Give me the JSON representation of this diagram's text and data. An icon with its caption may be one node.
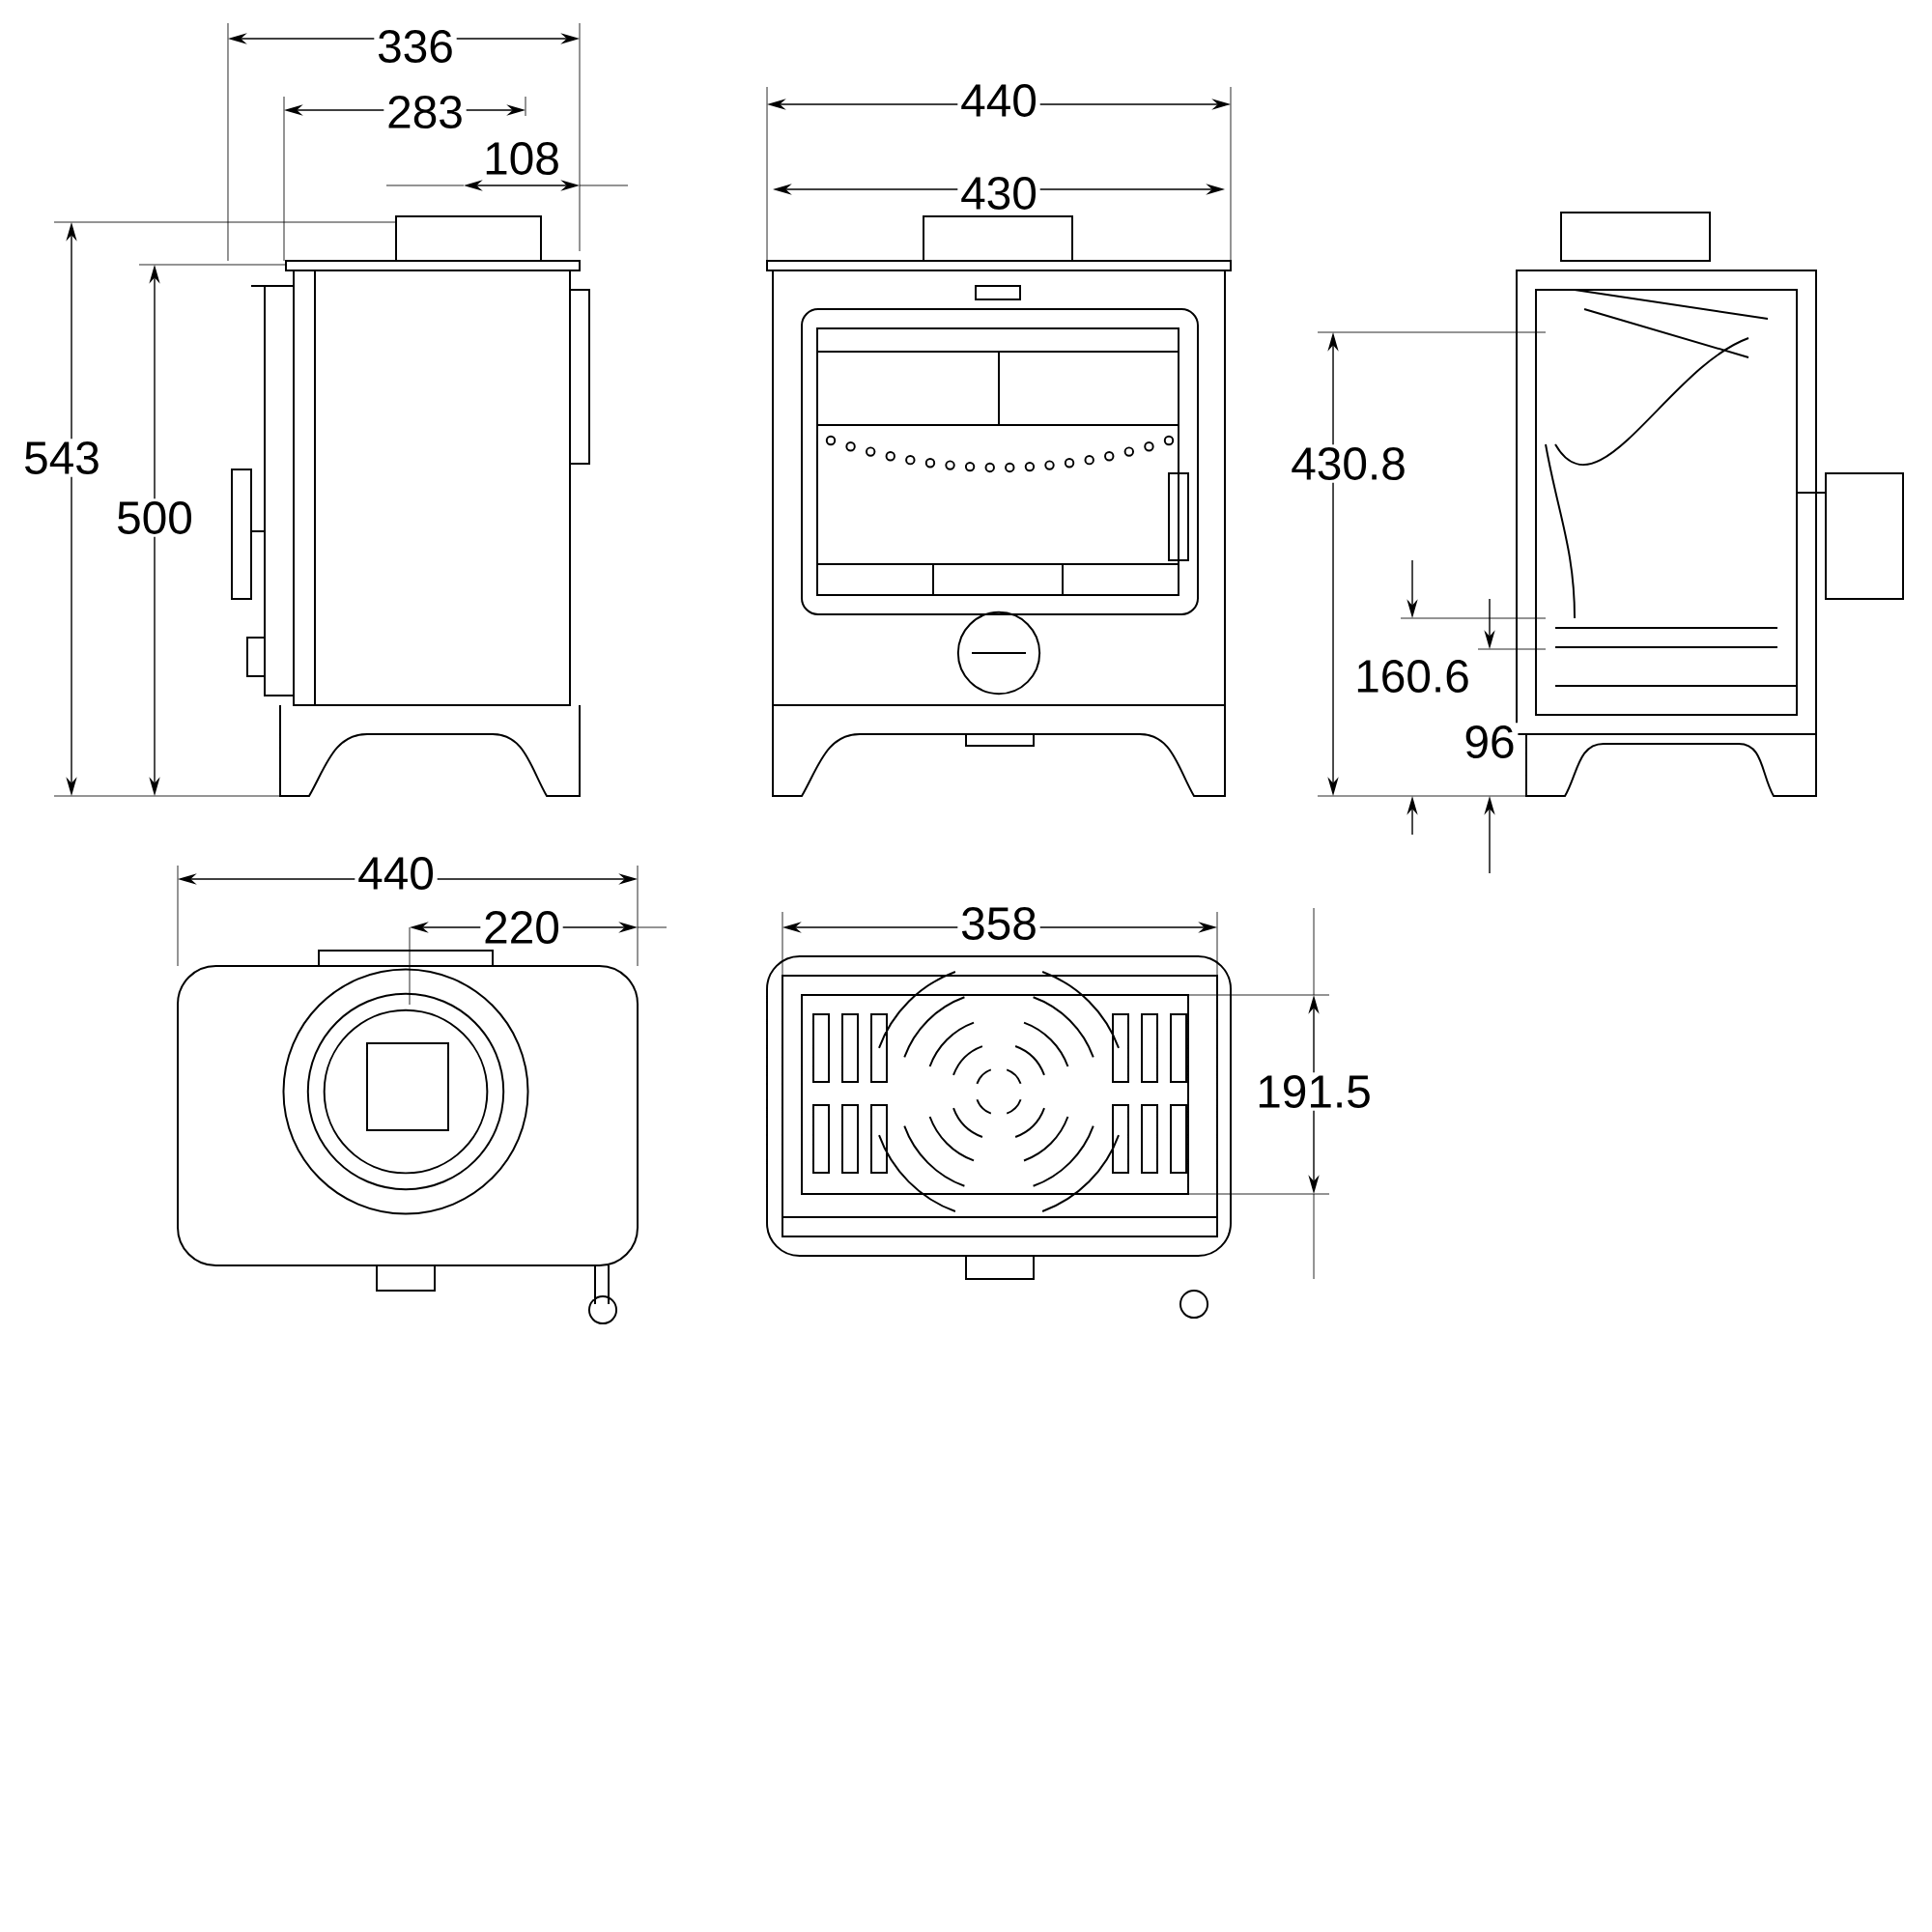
{
  "diagram": {
    "labels": [
      "336",
      "283",
      "108",
      "440",
      "430",
      "543",
      "500",
      "430.8",
      "160.6",
      "96",
      "440",
      "220",
      "358",
      "191.5"
    ]
  }
}
